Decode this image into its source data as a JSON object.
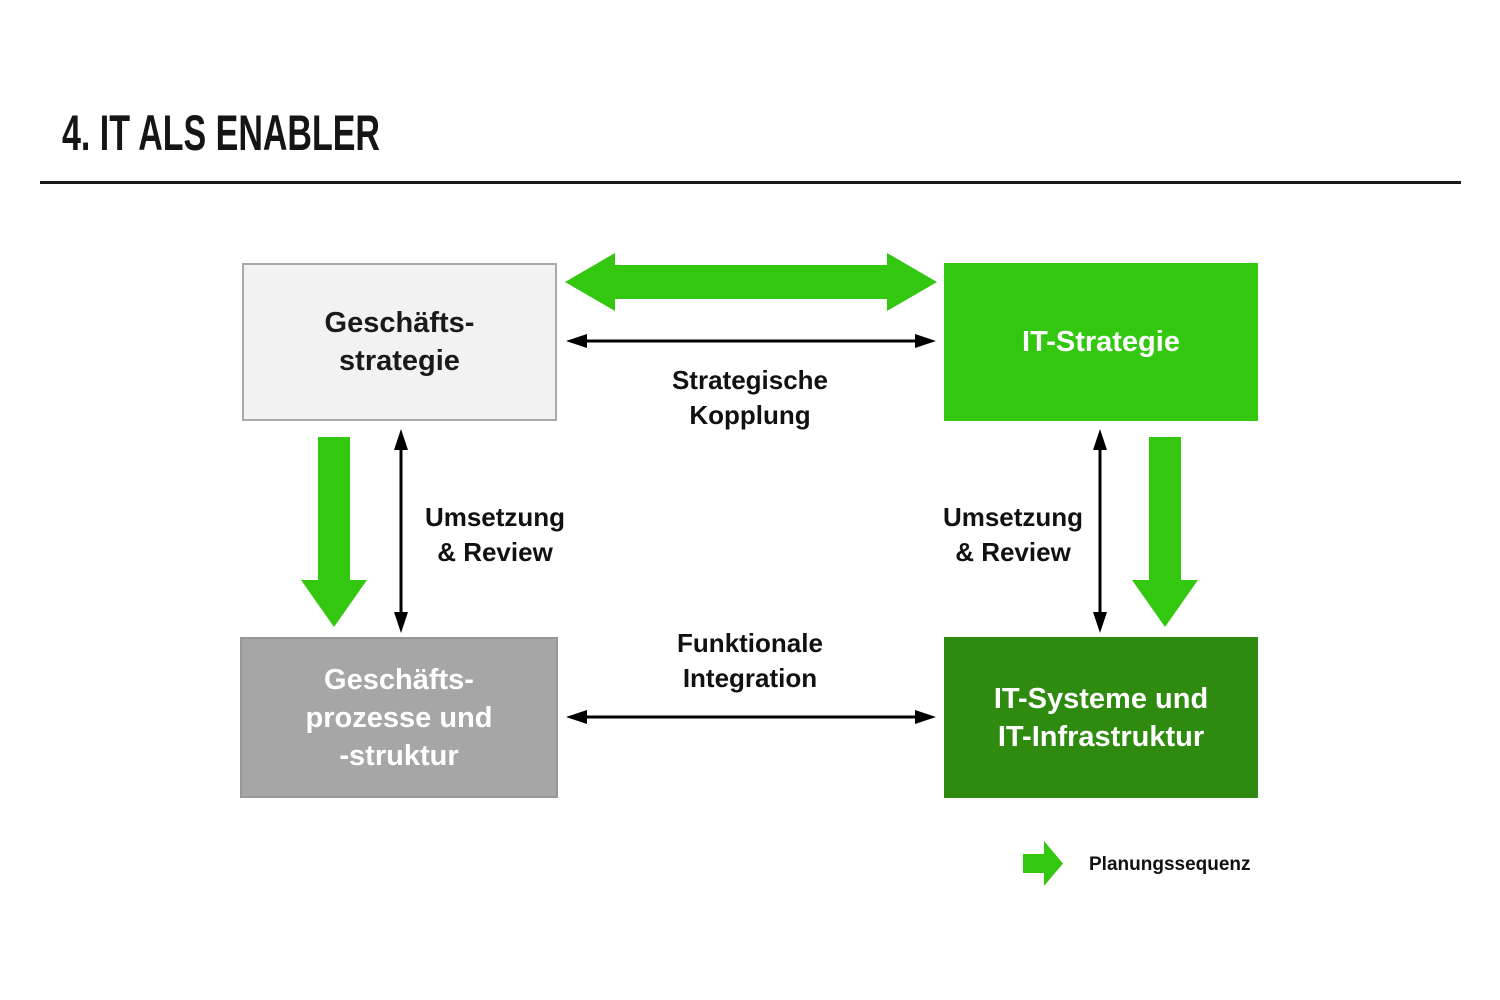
{
  "title": "4. IT ALS ENABLER",
  "colors": {
    "bright_green": "#33c70f",
    "dark_green": "#2f8a10",
    "box_light_bg": "#f2f2f2",
    "box_light_border": "#a9a9a9",
    "box_gray_bg": "#a6a6a6",
    "box_gray_border": "#979797",
    "arrow_black": "#000000",
    "text_light": "#ffffff"
  },
  "boxes": {
    "business_strategy": {
      "label": "Geschäfts-\nstrategie"
    },
    "it_strategy": {
      "label": "IT-Strategie"
    },
    "business_processes": {
      "label": "Geschäfts-\nprozesse und\n-struktur"
    },
    "it_systems": {
      "label": "IT-Systeme und\nIT-Infrastruktur"
    }
  },
  "edge_labels": {
    "strategic_coupling": "Strategische\nKopplung",
    "implementation_review_left": "Umsetzung\n& Review",
    "implementation_review_right": "Umsetzung\n& Review",
    "functional_integration": "Funktionale\nIntegration"
  },
  "legend": {
    "label": "Planungssequenz"
  }
}
